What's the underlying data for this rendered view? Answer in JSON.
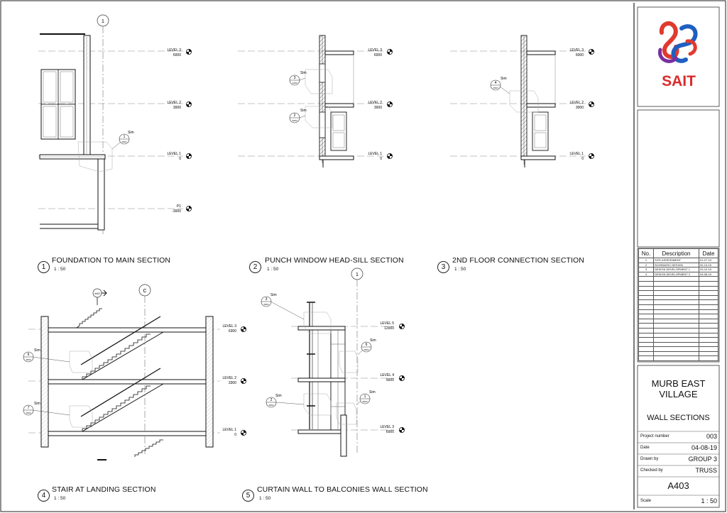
{
  "sheet": {
    "logo_text": "SAIT",
    "project_name": "MURB EAST VILLAGE",
    "sheet_title": "WALL SECTIONS",
    "sheet_number": "A403",
    "fields": [
      {
        "label": "Project number",
        "value": "003"
      },
      {
        "label": "Date",
        "value": "04-08-19"
      },
      {
        "label": "Drawn by",
        "value": "GROUP 3"
      },
      {
        "label": "Checked by",
        "value": "TRUSS"
      }
    ],
    "scale_label": "Scale",
    "scale_value": "1 : 50"
  },
  "revisions": {
    "headers": [
      "No.",
      "Description",
      "Date"
    ],
    "rows": [
      {
        "no": "1",
        "description": "SITE ASSESSMENT",
        "date": "01-27-19"
      },
      {
        "no": "2",
        "description": "SCHEMATIC DESIGN",
        "date": "02-13-19"
      },
      {
        "no": "3",
        "description": "DESIGN DEVELOPMENT 1",
        "date": "03-10-19"
      },
      {
        "no": "4",
        "description": "DESIGN DEVELOPMENT 2",
        "date": "04-08-19"
      }
    ]
  },
  "views": [
    {
      "number": "1",
      "title": "FOUNDATION TO MAIN SECTION",
      "scale": "1 : 50"
    },
    {
      "number": "2",
      "title": "PUNCH WINDOW HEAD-SILL SECTION",
      "scale": "1 : 50"
    },
    {
      "number": "3",
      "title": "2ND FLOOR CONNECTION SECTION",
      "scale": "1 : 50"
    },
    {
      "number": "4",
      "title": "STAIR AT LANDING SECTION",
      "scale": "1 : 50"
    },
    {
      "number": "5",
      "title": "CURTAIN WALL TO BALCONIES WALL SECTION",
      "scale": "1 : 50"
    }
  ],
  "levels": {
    "l3": {
      "name": "LEVEL 3",
      "elev": "6000"
    },
    "l2": {
      "name": "LEVEL 2",
      "elev": "3000"
    },
    "l1": {
      "name": "LEVEL 1",
      "elev": "0"
    },
    "p1": {
      "name": "P1",
      "elev": "-3000"
    },
    "l3s": {
      "name": "LEVEL 3",
      "elev": "6300"
    },
    "l2s": {
      "name": "LEVEL 2",
      "elev": "3300"
    },
    "l5": {
      "name": "LEVEL 5",
      "elev": "12000"
    },
    "l4": {
      "name": "LEVEL 4",
      "elev": "9000"
    }
  },
  "callouts": {
    "sim": "Sim",
    "c_v1": {
      "num": "1",
      "ref": "A502"
    },
    "c_v2a": {
      "num": "3",
      "ref": "A403"
    },
    "c_v2b": {
      "num": "2",
      "ref": "A503"
    },
    "c_v3": {
      "num": "4",
      "ref": "A503"
    },
    "c_v4a": {
      "num": "6",
      "ref": "A502"
    },
    "c_v4b": {
      "num": "7",
      "ref": "A503"
    },
    "c_v5a": {
      "num": "3",
      "ref": "A504"
    },
    "c_v5b": {
      "num": "6",
      "ref": "A504"
    },
    "c_v5c": {
      "num": "2",
      "ref": "A504"
    },
    "c_v5d": {
      "num": "1",
      "ref": "A504"
    }
  },
  "grids": {
    "g1": "1",
    "gc": "C",
    "g5": "1"
  },
  "section_mark": {
    "ref": "A403"
  }
}
